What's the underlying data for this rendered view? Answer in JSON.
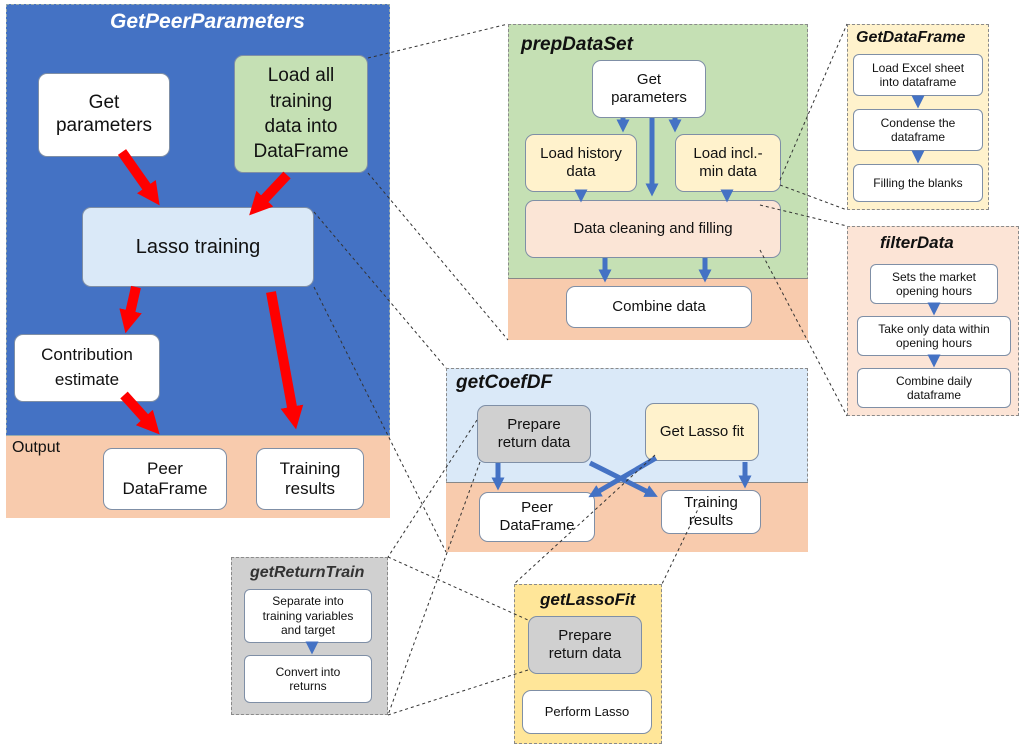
{
  "colors": {
    "blue_panel": "#4472c4",
    "green_panel": "#c5e0b4",
    "yellow_panel": "#fff2cc",
    "orange_band": "#f8cbad",
    "light_blue_panel": "#dae9f8",
    "gray_panel": "#d0d0d0",
    "red_arrow": "#ff0000",
    "blue_arrow": "#4472c4"
  },
  "getPeerParameters": {
    "title": "GetPeerParameters",
    "get_parameters": "Get\nparameters",
    "load_all": "Load all\ntraining\ndata into\nDataFrame",
    "lasso_training": "Lasso training",
    "contribution_estimate": "Contribution\nestimate",
    "output_label": "Output",
    "peer_dataframe": "Peer\nDataFrame",
    "training_results": "Training\nresults"
  },
  "prepDataSet": {
    "title": "prepDataSet",
    "get_parameters": "Get\nparameters",
    "load_history": "Load history\ndata",
    "load_inclmin": "Load incl.-\nmin data",
    "data_cleaning": "Data cleaning and filling",
    "combine_data": "Combine data"
  },
  "getDataFrame": {
    "title": "GetDataFrame",
    "steps": [
      "Load Excel sheet\ninto dataframe",
      "Condense the\ndataframe",
      "Filling the blanks"
    ]
  },
  "filterData": {
    "title": "filterData",
    "steps": [
      "Sets the market\nopening hours",
      "Take only data within\nopening hours",
      "Combine daily\ndataframe"
    ]
  },
  "getCoefDF": {
    "title": "getCoefDF",
    "prepare_return": "Prepare\nreturn data",
    "get_lasso_fit": "Get Lasso fit",
    "peer_dataframe": "Peer\nDataFrame",
    "training_results": "Training\nresults"
  },
  "getReturnTrain": {
    "title": "getReturnTrain",
    "steps": [
      "Separate into\ntraining variables\nand target",
      "Convert into\nreturns"
    ]
  },
  "getLassoFit": {
    "title": "getLassoFit",
    "prepare_return": "Prepare\nreturn data",
    "perform_lasso": "Perform Lasso"
  }
}
